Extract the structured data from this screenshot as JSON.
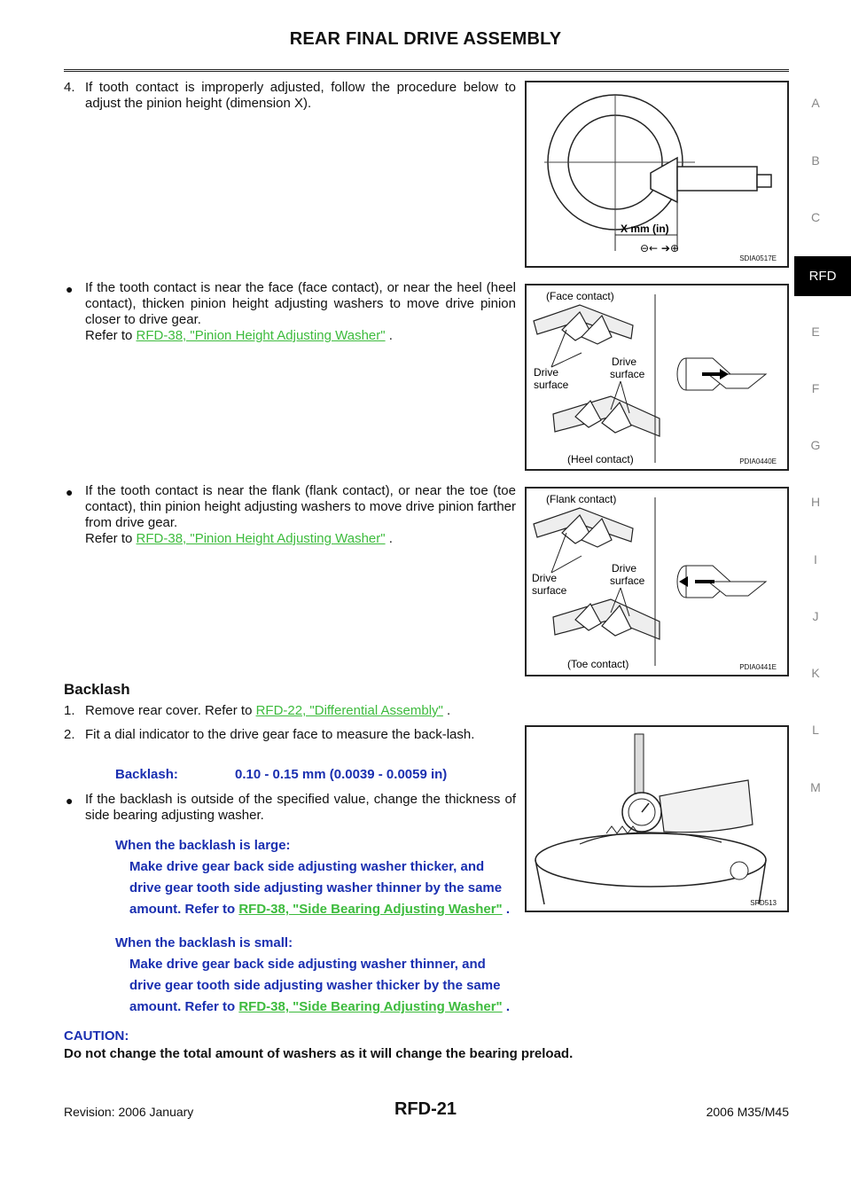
{
  "header": {
    "title": "REAR FINAL DRIVE ASSEMBLY"
  },
  "step4": {
    "number": "4.",
    "text": "If tooth contact is improperly adjusted, follow the procedure below to adjust the pinion height (dimension X)."
  },
  "bullet_face": {
    "text": "If the tooth contact is near the face (face contact), or near the heel (heel contact), thicken pinion height adjusting washers to move drive pinion closer to drive gear.",
    "refer_prefix": "Refer to ",
    "link": "RFD-38, \"Pinion Height Adjusting Washer\"",
    "suffix": " ."
  },
  "bullet_flank": {
    "text": "If the tooth contact is near the flank (flank contact), or near the toe (toe contact), thin pinion height adjusting washers to move drive pinion farther from drive gear.",
    "refer_prefix": "Refer to ",
    "link": "RFD-38, \"Pinion Height Adjusting Washer\"",
    "suffix": " ."
  },
  "backlash": {
    "heading": "Backlash",
    "step1_number": "1.",
    "step1_text": "Remove rear cover. Refer to ",
    "step1_link": "RFD-22, \"Differential Assembly\"",
    "step1_suffix": " .",
    "step2_number": "2.",
    "step2_text": "Fit a dial indicator to the drive gear face to measure the back-lash.",
    "spec_label": "Backlash:",
    "spec_value": "0.10 - 0.15 mm (0.0039 - 0.0059 in)",
    "bullet_text": "If the backlash is outside of the specified value, change the thickness of side bearing adjusting washer.",
    "large_label": "When the backlash is large:",
    "large_text": "Make drive gear back side adjusting washer thicker, and drive gear tooth side adjusting washer thinner by the same amount. Refer to ",
    "large_link": "RFD-38, \"Side Bearing Adjusting Washer\"",
    "large_suffix": " .",
    "small_label": "When the backlash is small:",
    "small_text": "Make drive gear back side adjusting washer thinner, and drive gear tooth side adjusting washer thicker by the same amount. Refer to ",
    "small_link": "RFD-38, \"Side Bearing Adjusting Washer\"",
    "small_suffix": " ."
  },
  "caution": {
    "label": "CAUTION:",
    "text": "Do not change the total amount of washers as it will change the bearing preload."
  },
  "figures": {
    "fig1": {
      "code": "SDIA0517E",
      "dim_label": "X mm (in)"
    },
    "fig2": {
      "code": "PDIA0440E",
      "top_label": "(Face contact)",
      "bottom_label": "(Heel contact)",
      "drive_left": "Drive",
      "surface_left": "surface",
      "drive_right": "Drive",
      "surface_right": "surface"
    },
    "fig3": {
      "code": "PDIA0441E",
      "top_label": "(Flank contact)",
      "bottom_label": "(Toe contact)",
      "drive_left": "Drive",
      "surface_left": "surface",
      "drive_right": "Drive",
      "surface_right": "surface"
    },
    "fig4": {
      "code": "SPD513"
    }
  },
  "sidebar": {
    "letters": [
      "A",
      "B",
      "C",
      "E",
      "F",
      "G",
      "H",
      "I",
      "J",
      "K",
      "L",
      "M"
    ],
    "active": "RFD"
  },
  "footer": {
    "revision": "Revision: 2006 January",
    "page": "RFD-21",
    "model": "2006 M35/M45"
  }
}
